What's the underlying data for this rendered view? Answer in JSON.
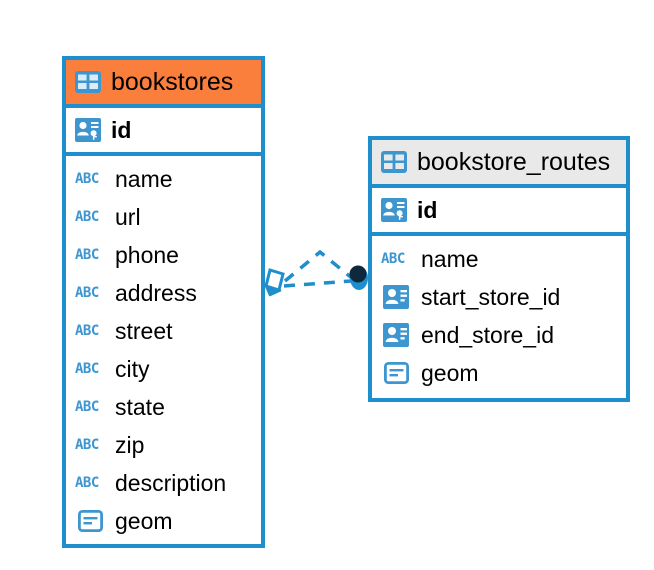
{
  "diagram": {
    "type": "entity-relationship-diagram",
    "background": "#ffffff",
    "colors": {
      "border": "#1f8ecd",
      "header_highlight": "#fb7f3c",
      "header_default": "#e9e9e9",
      "icon_blue": "#3d96d0",
      "connector": "#1f8ecd",
      "endpoint_dot": "#10283c",
      "text": "#000000"
    },
    "entities": [
      {
        "id": "bookstores",
        "title": "bookstores",
        "header_style": "orange",
        "table_icon": "table-icon",
        "primary_key": {
          "label": "id",
          "icon": "primary-key-icon"
        },
        "attributes": [
          {
            "label": "name",
            "icon": "abc-icon",
            "icon_text": "ABC"
          },
          {
            "label": "url",
            "icon": "abc-icon",
            "icon_text": "ABC"
          },
          {
            "label": "phone",
            "icon": "abc-icon",
            "icon_text": "ABC"
          },
          {
            "label": "address",
            "icon": "abc-icon",
            "icon_text": "ABC"
          },
          {
            "label": "street",
            "icon": "abc-icon",
            "icon_text": "ABC"
          },
          {
            "label": "city",
            "icon": "abc-icon",
            "icon_text": "ABC"
          },
          {
            "label": "state",
            "icon": "abc-icon",
            "icon_text": "ABC"
          },
          {
            "label": "zip",
            "icon": "abc-icon",
            "icon_text": "ABC"
          },
          {
            "label": "description",
            "icon": "abc-icon",
            "icon_text": "ABC"
          },
          {
            "label": "geom",
            "icon": "geometry-icon",
            "icon_text": ""
          }
        ]
      },
      {
        "id": "bookstore_routes",
        "title": "bookstore_routes",
        "header_style": "gray",
        "table_icon": "table-icon",
        "primary_key": {
          "label": "id",
          "icon": "primary-key-icon"
        },
        "attributes": [
          {
            "label": "name",
            "icon": "abc-icon",
            "icon_text": "ABC"
          },
          {
            "label": "start_store_id",
            "icon": "foreign-key-icon",
            "icon_text": ""
          },
          {
            "label": "end_store_id",
            "icon": "foreign-key-icon",
            "icon_text": ""
          },
          {
            "label": "geom",
            "icon": "geometry-icon",
            "icon_text": ""
          }
        ]
      }
    ],
    "relationships": [
      {
        "from": "bookstores",
        "to": "bookstore_routes",
        "from_endpoint": "diamond",
        "to_endpoint": "filled-circle",
        "line_style": "dashed",
        "path": "arc"
      },
      {
        "from": "bookstores",
        "to": "bookstore_routes",
        "from_endpoint": "diamond",
        "to_endpoint": "filled-circle",
        "line_style": "dashed",
        "path": "straight"
      }
    ]
  }
}
